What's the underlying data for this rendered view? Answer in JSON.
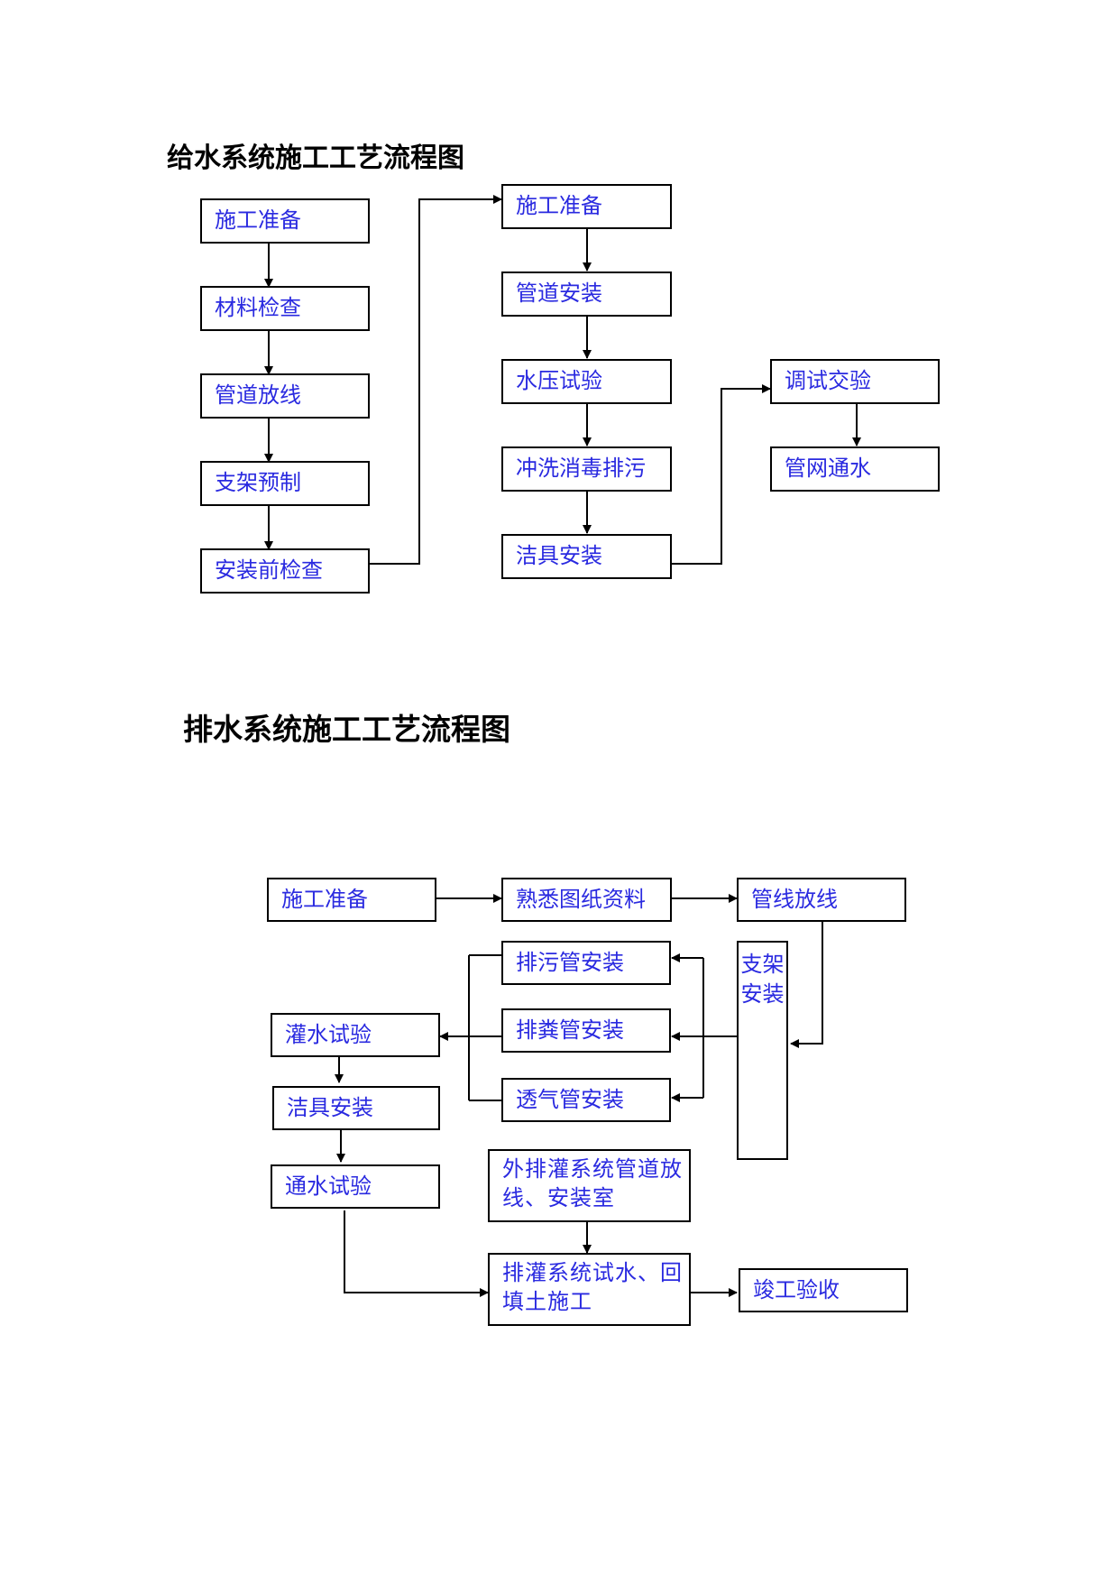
{
  "supply": {
    "title": "给水系统施工工艺流程图",
    "col1": [
      "施工准备",
      "材料检查",
      "管道放线",
      "支架预制",
      "安装前检查"
    ],
    "col2": [
      "施工准备",
      "管道安装",
      "水压试验",
      "冲洗消毒排污",
      "洁具安装"
    ],
    "col3": [
      "调试交验",
      "管网通水"
    ]
  },
  "drain": {
    "title": "排水系统施工工艺流程图",
    "prep": "施工准备",
    "drawings": "熟悉图纸资料",
    "pipe_layout": "管线放线",
    "sewage_pipe": "排污管安装",
    "fecal_pipe": "排粪管安装",
    "vent_pipe": "透气管安装",
    "support_install": "支架安装",
    "water_fill_test": "灌水试验",
    "fixture_install": "洁具安装",
    "flow_test": "通水试验",
    "external": "外排灌系统管道放线、安装室",
    "system_test": "排灌系统试水、回填土施工",
    "acceptance": "竣工验收"
  }
}
